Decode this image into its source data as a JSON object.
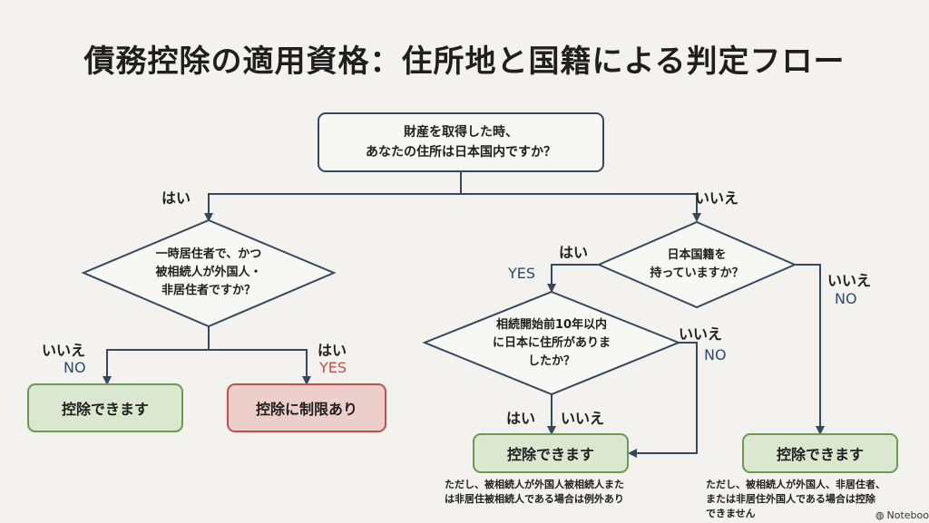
{
  "title": "債務控除の適用資格：住所地と国籍による判定フロー",
  "nodes": {
    "q1": "財産を取得した時、\nあなたの住所は日本国内ですか？",
    "q2": "一時居住者で、かつ\n被相続人が外国人・\n非居住者ですか？",
    "q3": "日本国籍を\n持っていますか？",
    "q4": "相続開始前10年以内\nに日本に住所がありま\nしたか？",
    "r_left": "控除できます",
    "r_restricted": "控除に制限あり",
    "r_mid": "控除できます",
    "r_right": "控除できます"
  },
  "labels": {
    "yes_jp": "はい",
    "no_jp": "いいえ",
    "yes_en": "YES",
    "no_en": "NO"
  },
  "notes": {
    "mid": "ただし、被相続人が外国人被相続人また\nは非居住被相続人である場合は例外あり",
    "right": "ただし、被相続人が外国人、非居住者、\nまたは非居住外国人である場合は控除\nできません"
  },
  "brand": "Noteboo",
  "colors": {
    "line": "#34495e",
    "green_fill": "#dbe7cf",
    "green_border": "#6b9a52",
    "red_fill": "#eccfca",
    "red_border": "#c0504a",
    "blue_text": "#2f4a6e"
  }
}
